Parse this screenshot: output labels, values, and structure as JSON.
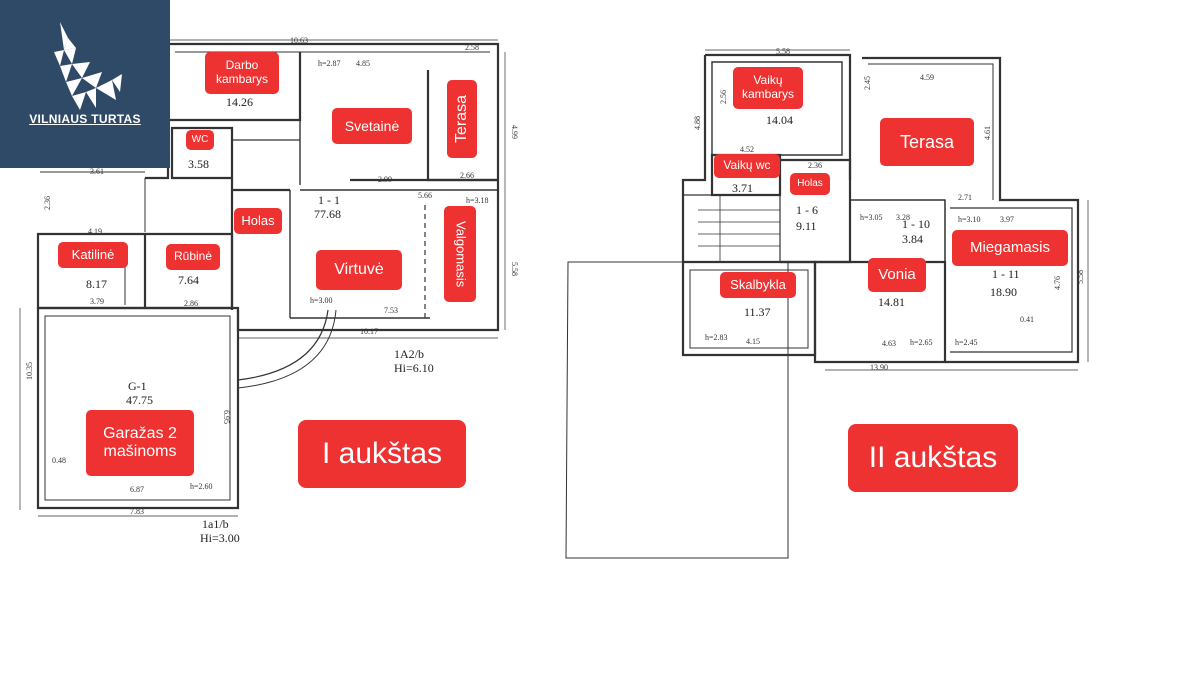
{
  "brand": {
    "logo_text": "VILNIAUS TURTAS",
    "background": "#2e4a66",
    "icon": "wolf-icon"
  },
  "colors": {
    "label_bg": "#ee3131",
    "line": "#333333"
  },
  "floors": {
    "first": {
      "title": "I  aukštas",
      "rooms": [
        {
          "id": "darbo-kambarys",
          "name": "Darbo\nkambarys",
          "area": "14.26"
        },
        {
          "id": "svetaine",
          "name": "Svetainė"
        },
        {
          "id": "terasa-1",
          "name": "Terasa"
        },
        {
          "id": "wc-1",
          "name": "WC",
          "area": "3.58"
        },
        {
          "id": "holas-1",
          "name": "Holas"
        },
        {
          "id": "virtuve",
          "name": "Virtuvė",
          "code": "1 - 1",
          "area": "77.68"
        },
        {
          "id": "valgomasis",
          "name": "Valgomasis"
        },
        {
          "id": "katiline",
          "name": "Katilinė",
          "area": "8.17"
        },
        {
          "id": "rubine",
          "name": "Rūbinė",
          "area": "7.64"
        },
        {
          "id": "garazas",
          "name": "Garažas 2\nmašinoms",
          "code": "G-1",
          "area": "47.75"
        }
      ],
      "plan_labels": [
        "1A2/b",
        "Hi=6.10",
        "1a1/b",
        "Hi=3.00"
      ],
      "dimensions": [
        "10.63",
        "2.58",
        "4.85",
        "4.99",
        "5.58",
        "10.17",
        "7.53",
        "6.87",
        "7.83",
        "10.35",
        "6.95",
        "4.19",
        "3.79",
        "2.86",
        "5.66",
        "2.99",
        "2.66",
        "3.61",
        "2.36",
        "0.48",
        "h=2.60",
        "h=3.00",
        "h=2.87",
        "h=3.18"
      ]
    },
    "second": {
      "title": "II aukštas",
      "rooms": [
        {
          "id": "vaiku-kambarys",
          "name": "Vaikų\nkambarys",
          "area": "14.04"
        },
        {
          "id": "terasa-2",
          "name": "Terasa"
        },
        {
          "id": "vaiku-wc",
          "name": "Vaikų wc",
          "area": "3.71"
        },
        {
          "id": "holas-2",
          "name": "Holas",
          "code": "1 - 6",
          "area": "9.11"
        },
        {
          "id": "vonia",
          "name": "Vonia",
          "code": "1 - 10",
          "area": "3.84",
          "area2": "14.81"
        },
        {
          "id": "miegamasis",
          "name": "Miegamasis",
          "code": "1 - 11",
          "area": "18.90"
        },
        {
          "id": "skalbykla",
          "name": "Skalbykla",
          "area": "11.37"
        }
      ],
      "dimensions": [
        "5.58",
        "4.59",
        "2.45",
        "4.61",
        "0.41",
        "2.56",
        "4.88",
        "2.36",
        "4.52",
        "2.71",
        "3.97",
        "4.76",
        "5.58",
        "13.90",
        "4.15",
        "4.63",
        "h=2.65",
        "h=2.45",
        "h=2.83",
        "h=3.05",
        "3.28",
        "h=3.10"
      ]
    }
  }
}
